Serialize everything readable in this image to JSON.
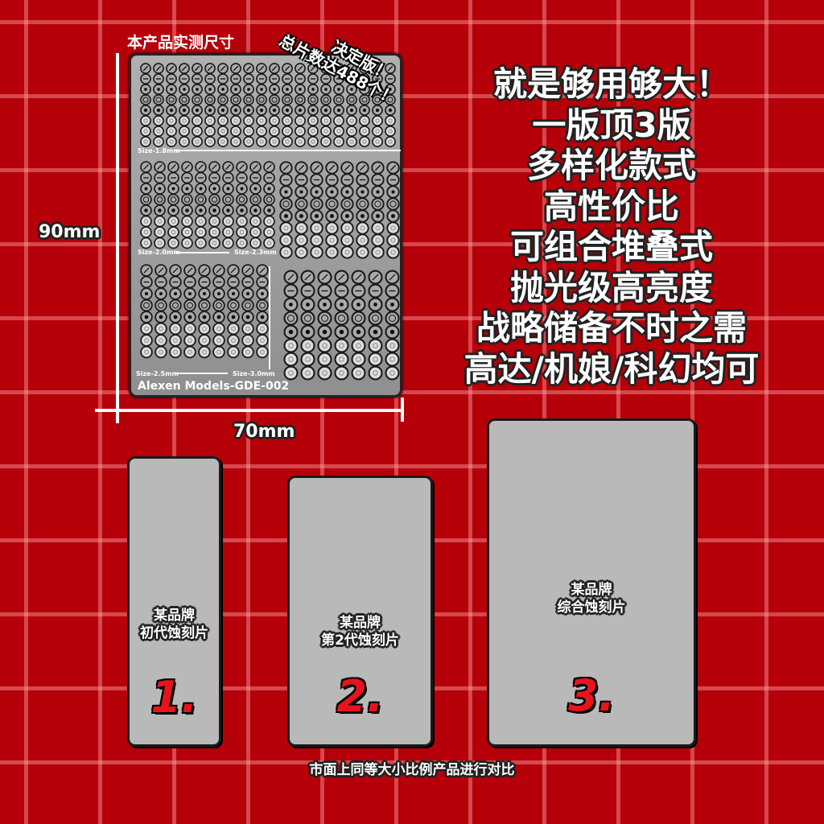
{
  "product": {
    "title": "本产品实测尺寸",
    "badge_line1": "决定版！",
    "badge_line2": "总片数达488个！",
    "brand": "Alexen Models-GDE-002",
    "sizes": [
      "Size-1.8mm",
      "Size-2.0mm",
      "Size-2.3mm",
      "Size-2.5mm",
      "Size-3.0mm"
    ],
    "height_label": "90mm",
    "width_label": "70mm"
  },
  "features": [
    "就是够用够大！",
    "一版顶3版",
    "多样化款式",
    "高性价比",
    "可组合堆叠式",
    "抛光级高亮度",
    "战略储备不时之需",
    "高达/机娘/科幻均可"
  ],
  "comparison": {
    "cards": [
      {
        "brand": "某品牌",
        "name": "初代蚀刻片",
        "number": "1."
      },
      {
        "brand": "某品牌",
        "name": "第2代蚀刻片",
        "number": "2."
      },
      {
        "brand": "某品牌",
        "name": "综合蚀刻片",
        "number": "3."
      }
    ],
    "footer": "市面上同等大小比例产品进行对比"
  },
  "colors": {
    "background": "#b5000a",
    "plate": "#9e9e9e",
    "accent": "#e8141c"
  }
}
